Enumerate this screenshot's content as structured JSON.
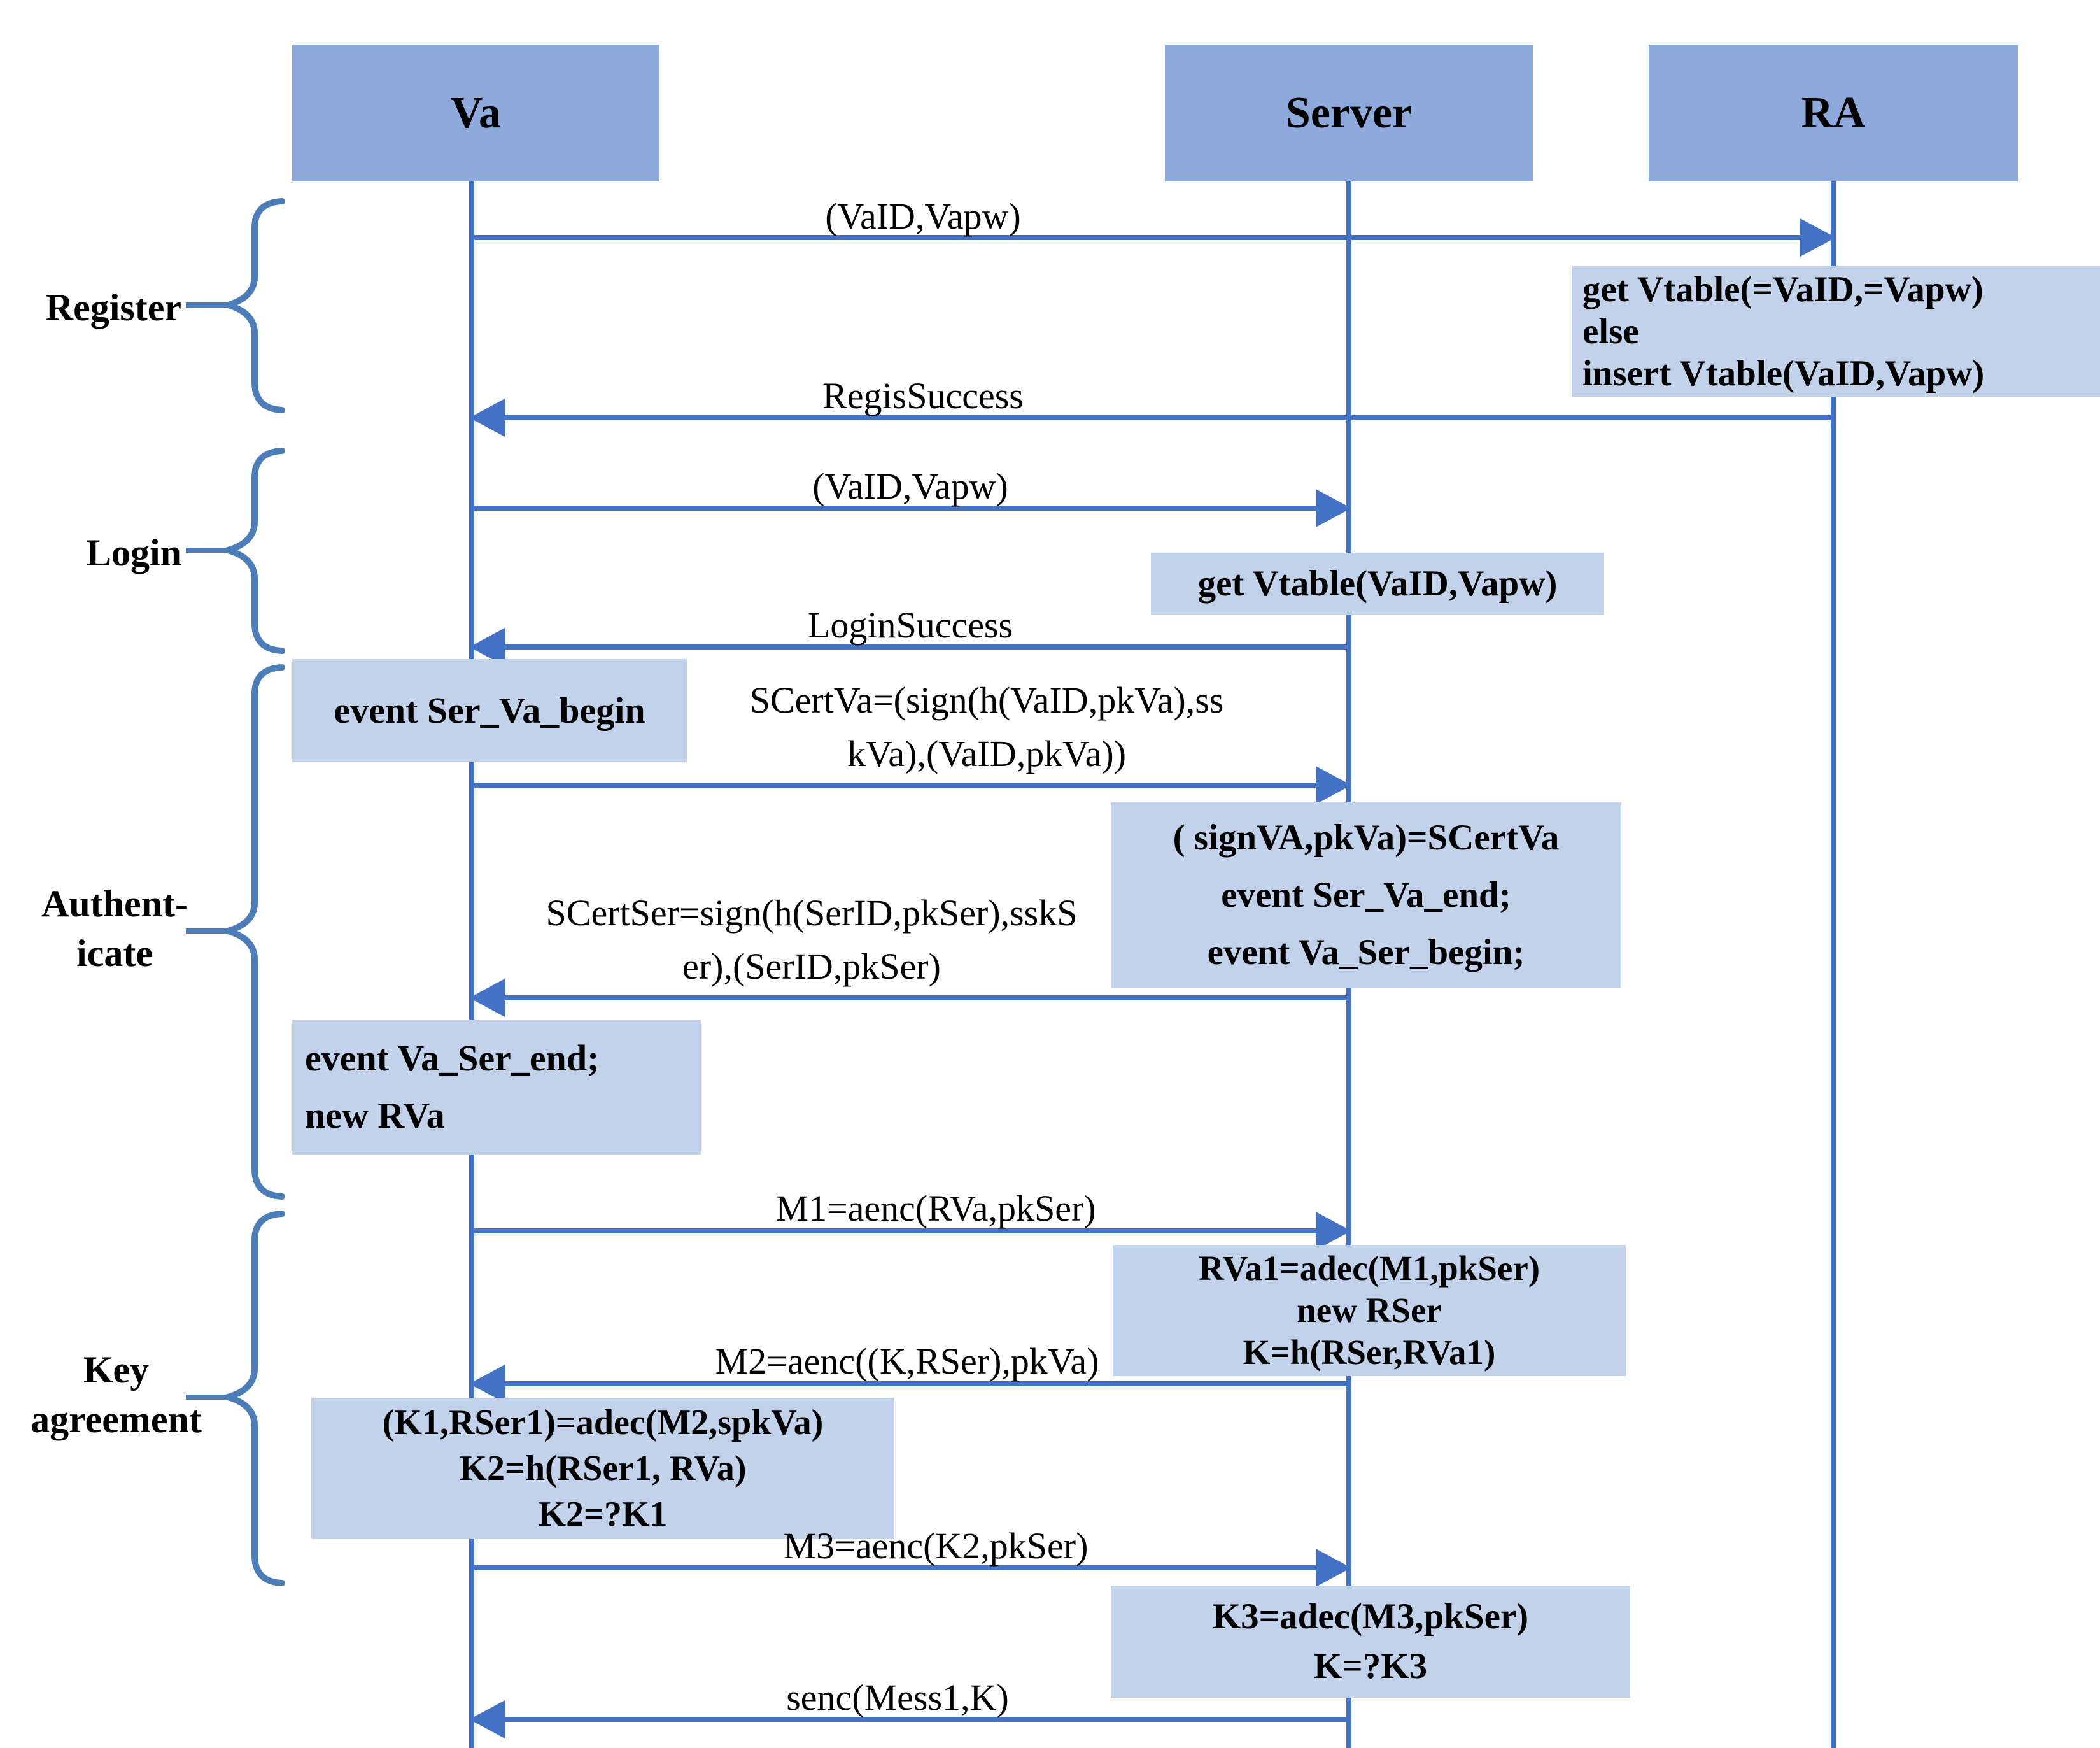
{
  "colors": {
    "actor_fill": "#8ea9db",
    "note_fill": "#c1d2ea",
    "arrow_line": "#4472c4",
    "brace": "#4d7db8",
    "text": "#000000"
  },
  "actors": [
    {
      "label": "Va"
    },
    {
      "label": "Server"
    },
    {
      "label": "RA"
    }
  ],
  "sections": [
    {
      "label_lines": [
        "Register"
      ]
    },
    {
      "label_lines": [
        "Login"
      ]
    },
    {
      "label_lines": [
        "Authent-",
        "icate"
      ]
    },
    {
      "label_lines": [
        "Key",
        "agreement"
      ]
    }
  ],
  "messages": [
    {
      "from": "Va",
      "to": "RA",
      "lines": [
        "(VaID,Vapw)"
      ]
    },
    {
      "from": "RA",
      "to": "Va",
      "lines": [
        "RegisSuccess"
      ]
    },
    {
      "from": "Va",
      "to": "Server",
      "lines": [
        "(VaID,Vapw)"
      ]
    },
    {
      "from": "Server",
      "to": "Va",
      "lines": [
        "LoginSuccess"
      ]
    },
    {
      "from": "Va",
      "to": "Server",
      "lines": [
        "SCertVa=(sign(h(VaID,pkVa),ss",
        "kVa),(VaID,pkVa))"
      ]
    },
    {
      "from": "Server",
      "to": "Va",
      "lines": [
        "SCertSer=sign(h(SerID,pkSer),sskS",
        "er),(SerID,pkSer)"
      ]
    },
    {
      "from": "Va",
      "to": "Server",
      "lines": [
        "M1=aenc(RVa,pkSer)"
      ]
    },
    {
      "from": "Server",
      "to": "Va",
      "lines": [
        "M2=aenc((K,RSer),pkVa)"
      ]
    },
    {
      "from": "Va",
      "to": "Server",
      "lines": [
        "M3=aenc(K2,pkSer)"
      ]
    },
    {
      "from": "Server",
      "to": "Va",
      "lines": [
        "senc(Mess1,K)"
      ]
    }
  ],
  "notes": [
    {
      "actor": "RA",
      "lines": [
        "get Vtable(=VaID,=Vapw)",
        "else",
        " insert Vtable(VaID,Vapw)"
      ]
    },
    {
      "actor": "Server",
      "lines": [
        "get Vtable(VaID,Vapw)"
      ]
    },
    {
      "actor": "Va",
      "lines": [
        "event Ser_Va_begin"
      ]
    },
    {
      "actor": "Server",
      "lines": [
        "( signVA,pkVa)=SCertVa",
        "event Ser_Va_end;",
        "event Va_Ser_begin;"
      ]
    },
    {
      "actor": "Va",
      "lines": [
        "event Va_Ser_end;",
        "new RVa"
      ]
    },
    {
      "actor": "Server",
      "lines": [
        "RVa1=adec(M1,pkSer)",
        "new RSer",
        "K=h(RSer,RVa1)"
      ]
    },
    {
      "actor": "Va",
      "lines": [
        "(K1,RSer1)=adec(M2,spkVa)",
        "K2=h(RSer1, RVa)",
        "K2=?K1"
      ]
    },
    {
      "actor": "Server",
      "lines": [
        "K3=adec(M3,pkSer)",
        "K=?K3"
      ]
    }
  ]
}
